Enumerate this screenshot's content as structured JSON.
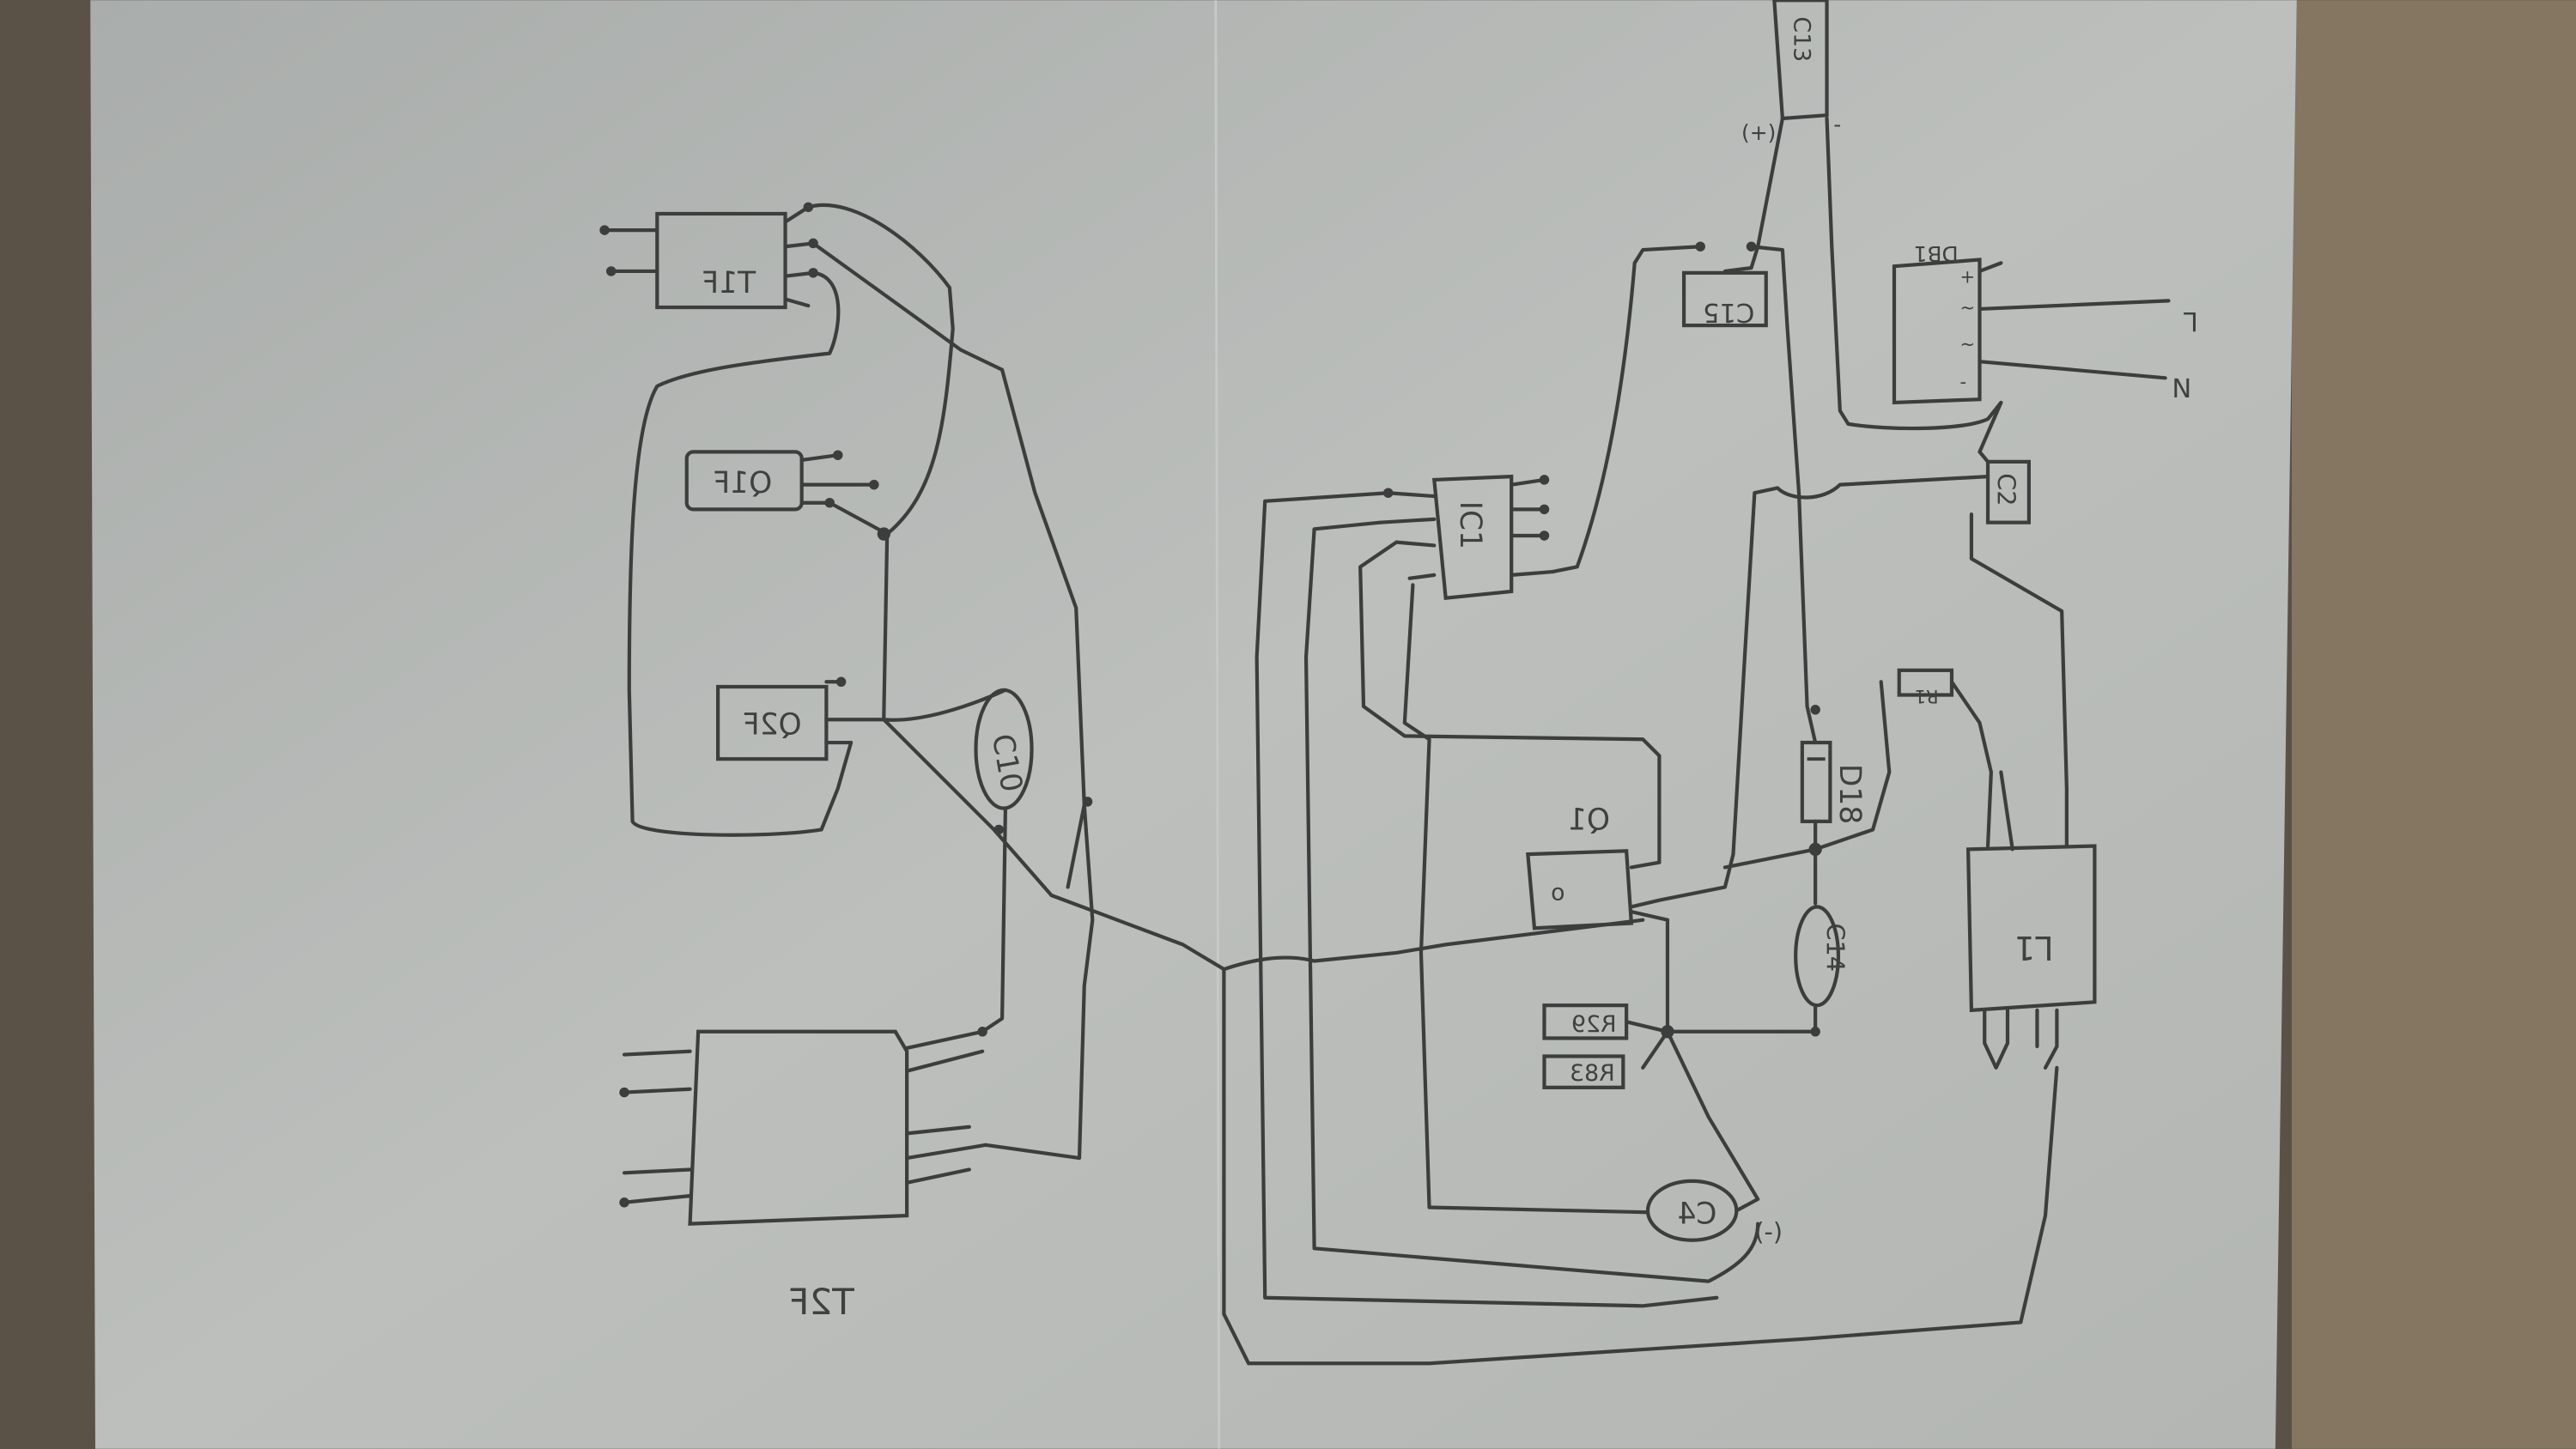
{
  "title": "Hand-drawn circuit schematic (mirrored photo)",
  "components": {
    "t1f": "T1F",
    "q1f": "Q1F",
    "q2f": "Q2F",
    "c10": "C10",
    "t2f": "T2F",
    "ic1": "IC1",
    "q1": "Q1",
    "q1_pin_mark": "o",
    "d18": "D18",
    "c14": "C14",
    "r29": "R29",
    "r83": "R83",
    "c4": "C4",
    "c4_polarity": "(-)",
    "l1": "L1",
    "r1": "R1",
    "c2": "C2",
    "c15": "C15",
    "c13": "C13",
    "c13_polarity_plus": "(+)",
    "c13_polarity_minus": "-",
    "db1": "DB1",
    "db1_pins": [
      "+",
      "~",
      "~",
      "-"
    ],
    "line_l": "L",
    "line_n": "N"
  },
  "colors": {
    "paper": "#b8bbb8",
    "ink": "#3b3e3d",
    "background": "#5b5247"
  }
}
